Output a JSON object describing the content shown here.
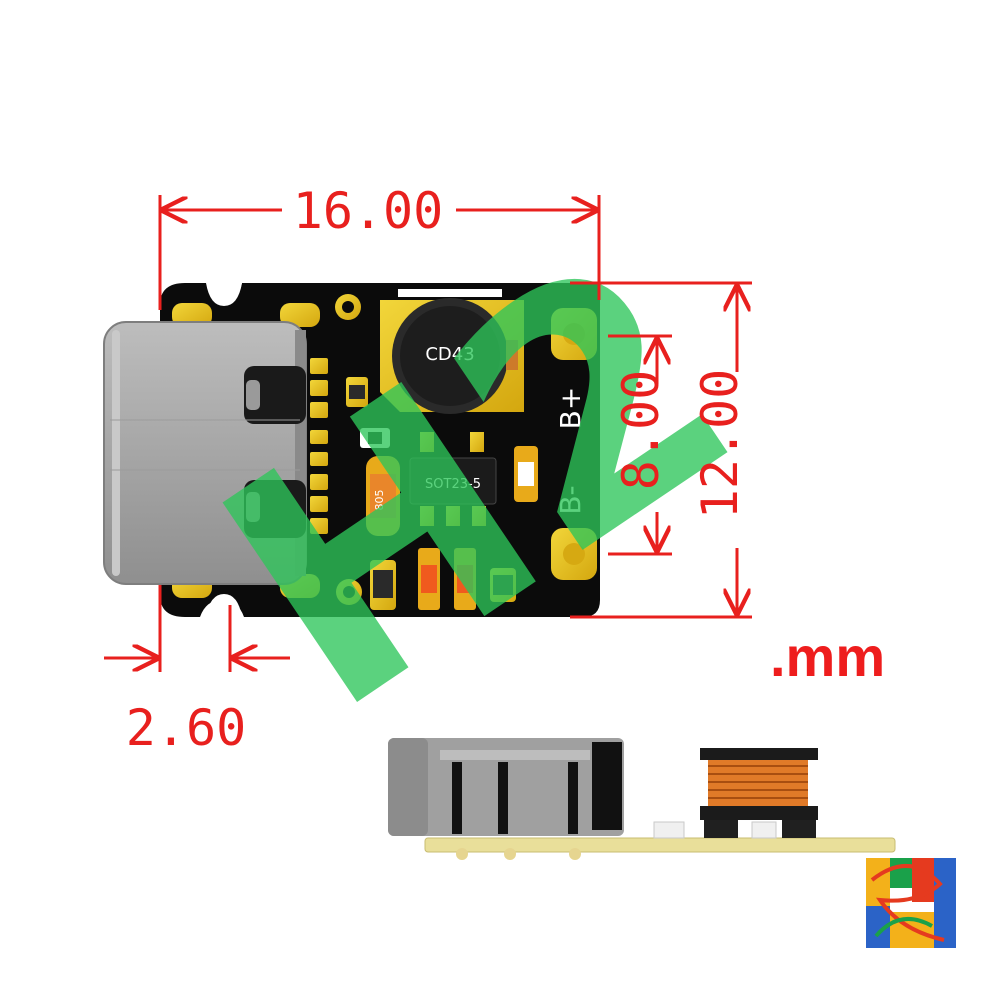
{
  "dimensions": {
    "width_label": "16.00",
    "height_label": "12.00",
    "pad_spacing_label": "8.00",
    "connector_overhang_label": "2.60"
  },
  "unit_label": ".mm",
  "board_marks": {
    "inductor_label": "CD43",
    "ic_label": "SOT23-5",
    "pad_pos_label": "B+",
    "pad_neg_label": "B-",
    "resistor_label": "805"
  },
  "watermark_text": "H2",
  "colors": {
    "dimension": "#e8201e",
    "pcb": "#0b0b0b",
    "pad_gold": "#e8c21a",
    "usb_shell": "#a9a9a9",
    "watermark": "#2ec65a"
  }
}
